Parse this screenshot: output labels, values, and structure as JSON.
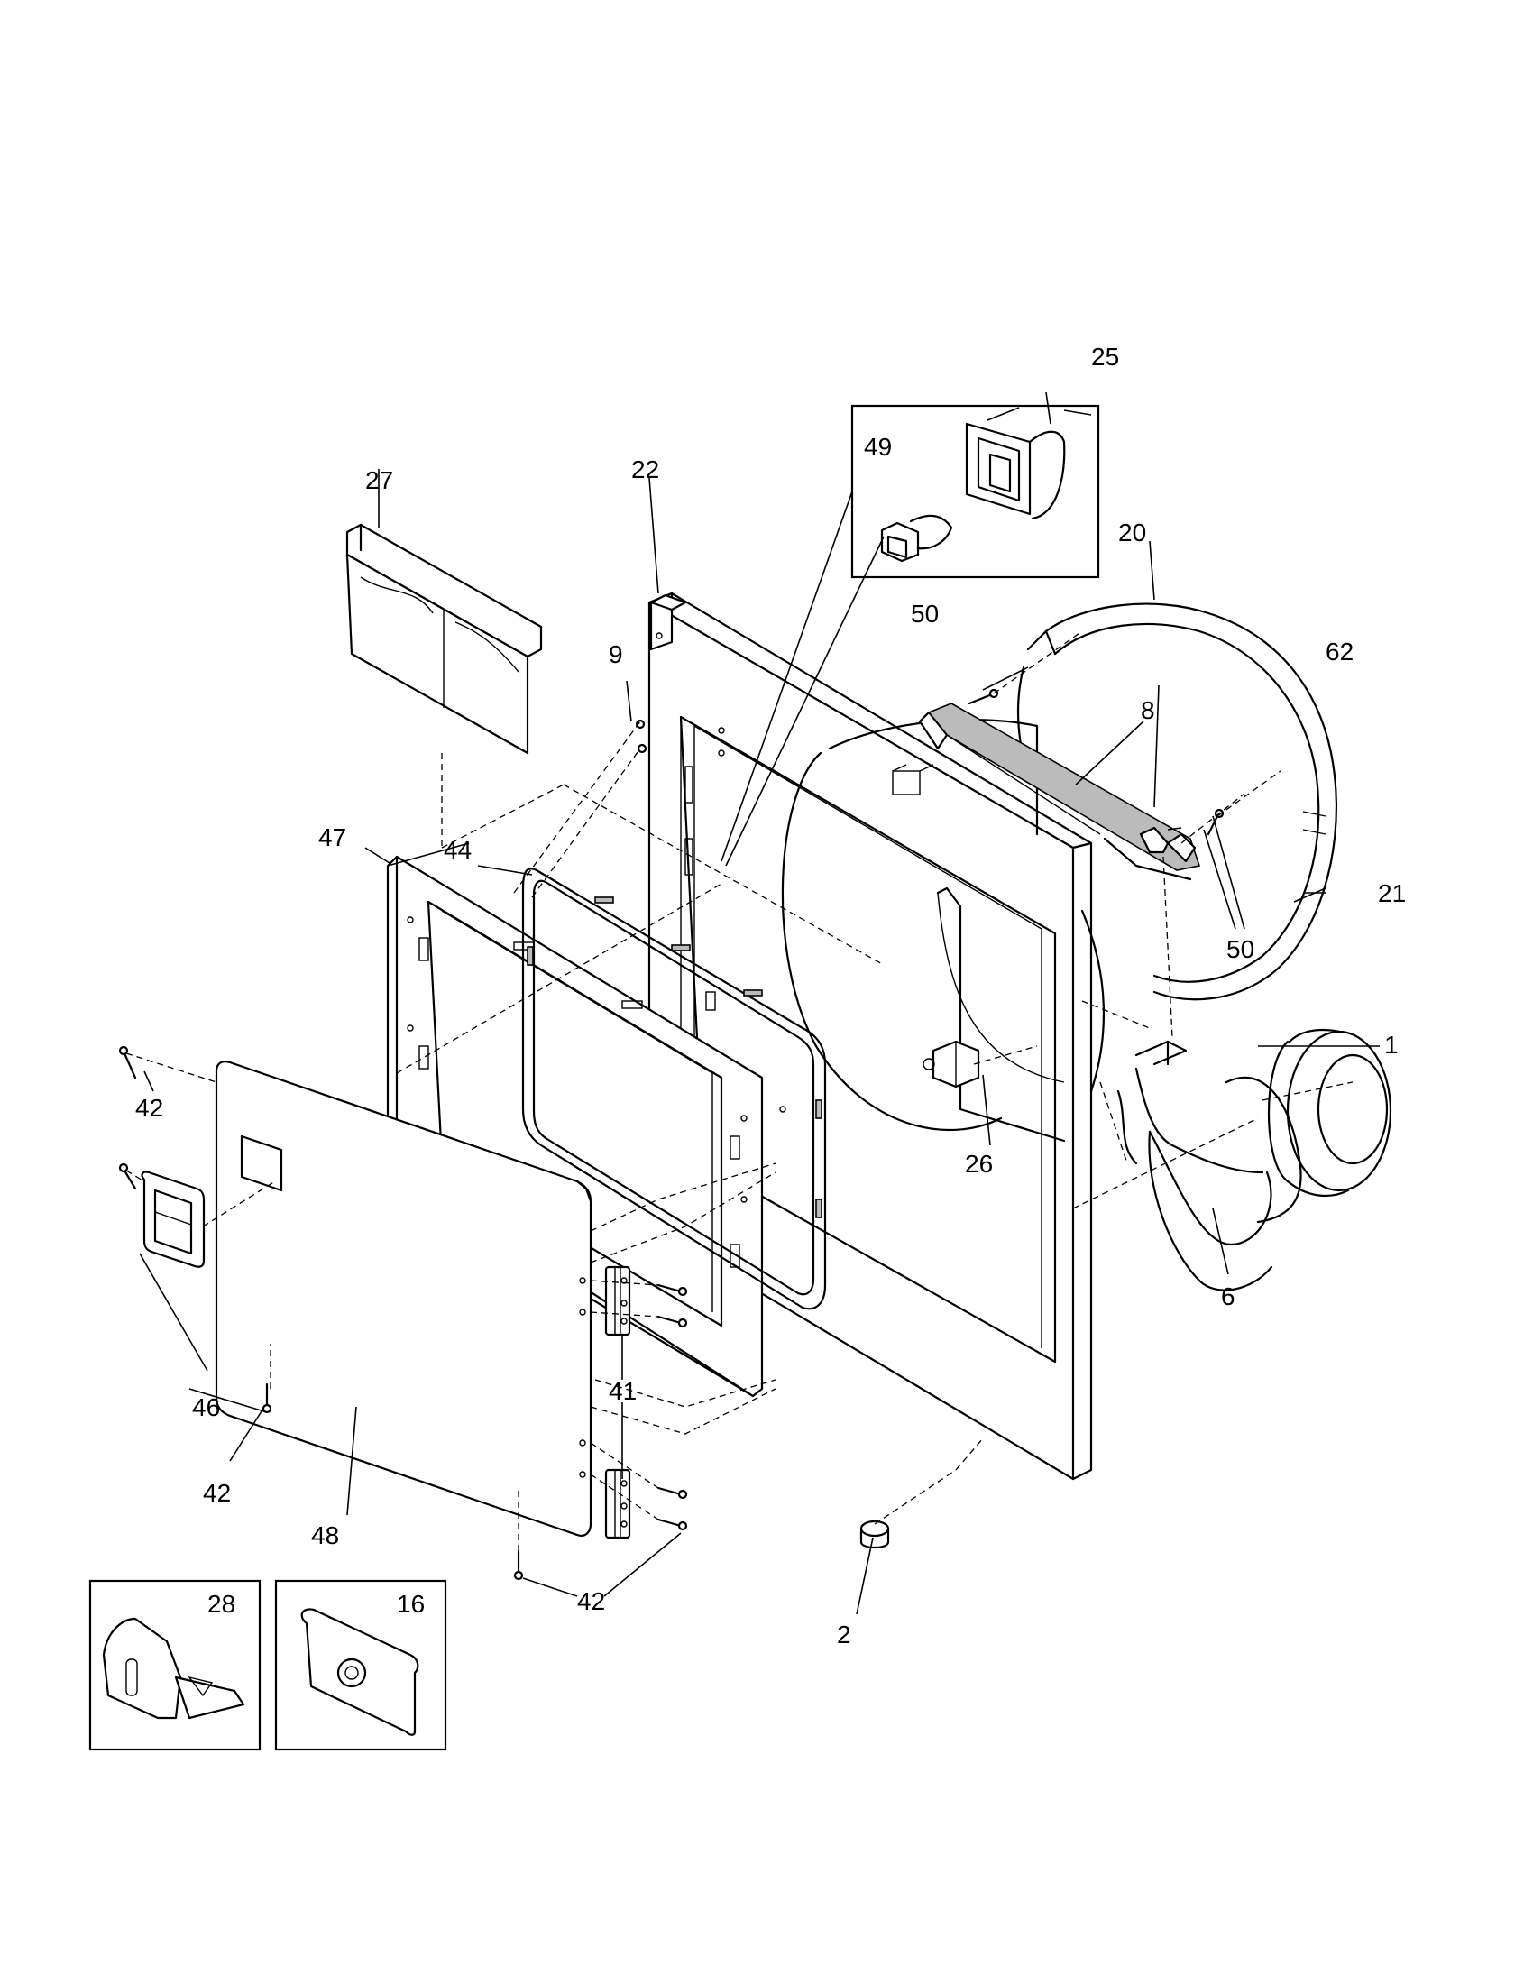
{
  "diagram": {
    "callouts": [
      {
        "id": "c1",
        "text": "1"
      },
      {
        "id": "c2",
        "text": "2"
      },
      {
        "id": "c6",
        "text": "6"
      },
      {
        "id": "c8",
        "text": "8"
      },
      {
        "id": "c9",
        "text": "9"
      },
      {
        "id": "c16",
        "text": "16"
      },
      {
        "id": "c20",
        "text": "20"
      },
      {
        "id": "c21",
        "text": "21"
      },
      {
        "id": "c22",
        "text": "22"
      },
      {
        "id": "c25",
        "text": "25"
      },
      {
        "id": "c26",
        "text": "26"
      },
      {
        "id": "c27",
        "text": "27"
      },
      {
        "id": "c28",
        "text": "28"
      },
      {
        "id": "c41",
        "text": "41"
      },
      {
        "id": "c42a",
        "text": "42"
      },
      {
        "id": "c42b",
        "text": "42"
      },
      {
        "id": "c42c",
        "text": "42"
      },
      {
        "id": "c44",
        "text": "44"
      },
      {
        "id": "c46",
        "text": "46"
      },
      {
        "id": "c47",
        "text": "47"
      },
      {
        "id": "c48",
        "text": "48"
      },
      {
        "id": "c49",
        "text": "49"
      },
      {
        "id": "c50a",
        "text": "50"
      },
      {
        "id": "c50b",
        "text": "50"
      },
      {
        "id": "c62",
        "text": "62"
      }
    ]
  }
}
